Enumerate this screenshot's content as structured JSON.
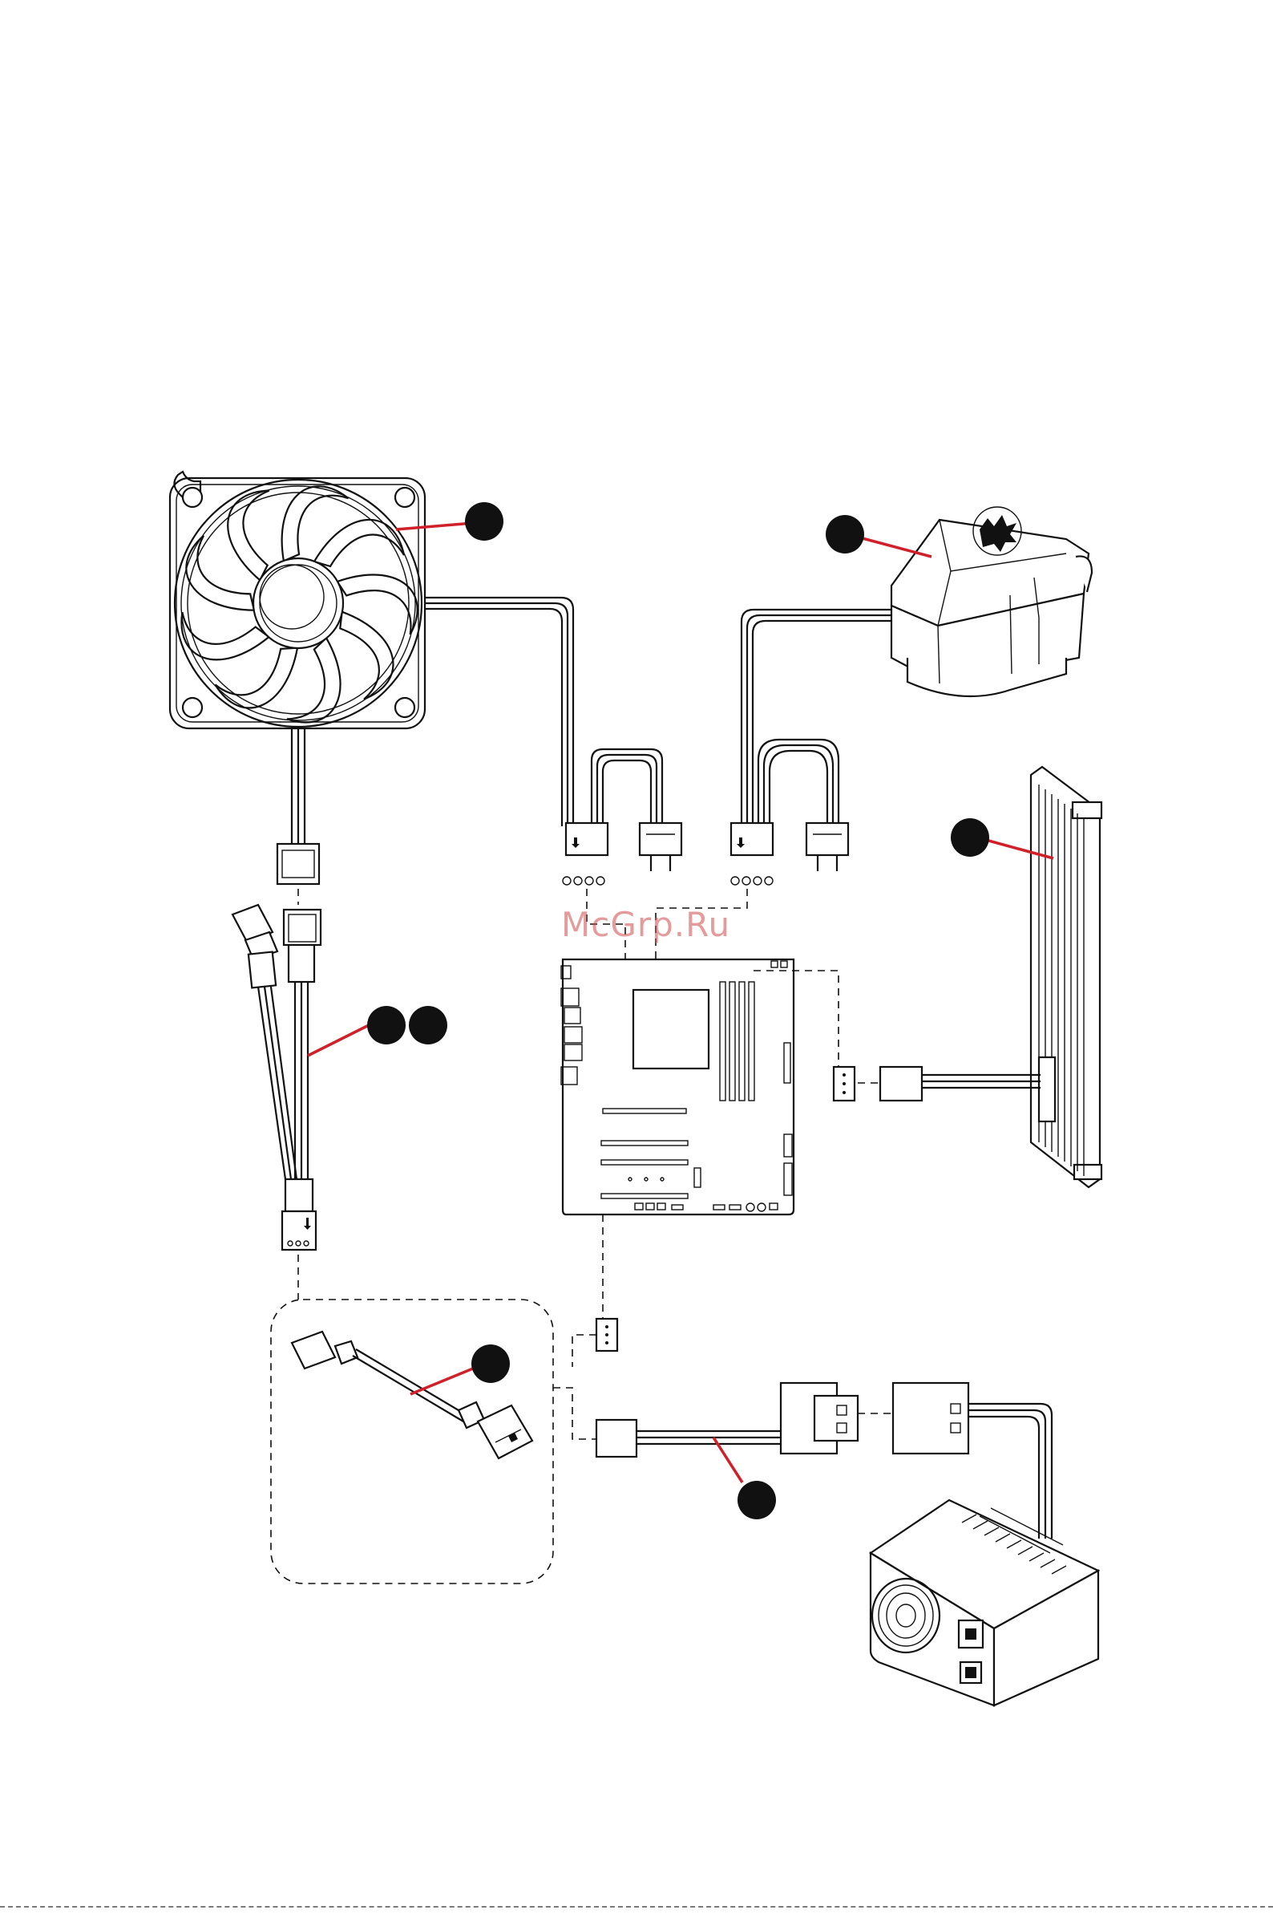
{
  "watermark": {
    "text": "McGrp.Ru"
  },
  "colors": {
    "line": "#111111",
    "callout": "#d0212a",
    "badge": "#111111",
    "background": "#ffffff"
  },
  "components": [
    {
      "id": "fan",
      "icon": "fan-icon"
    },
    {
      "id": "pump",
      "icon": "pump-block-icon"
    },
    {
      "id": "radiator",
      "icon": "radiator-icon"
    },
    {
      "id": "motherboard",
      "icon": "motherboard-icon"
    },
    {
      "id": "y-splitter-cable",
      "icon": "y-cable-icon"
    },
    {
      "id": "fan-adapter-cable",
      "icon": "adapter-cable-icon"
    },
    {
      "id": "molex-power-cable",
      "icon": "molex-cable-icon"
    },
    {
      "id": "power-supply",
      "icon": "psu-icon"
    }
  ]
}
